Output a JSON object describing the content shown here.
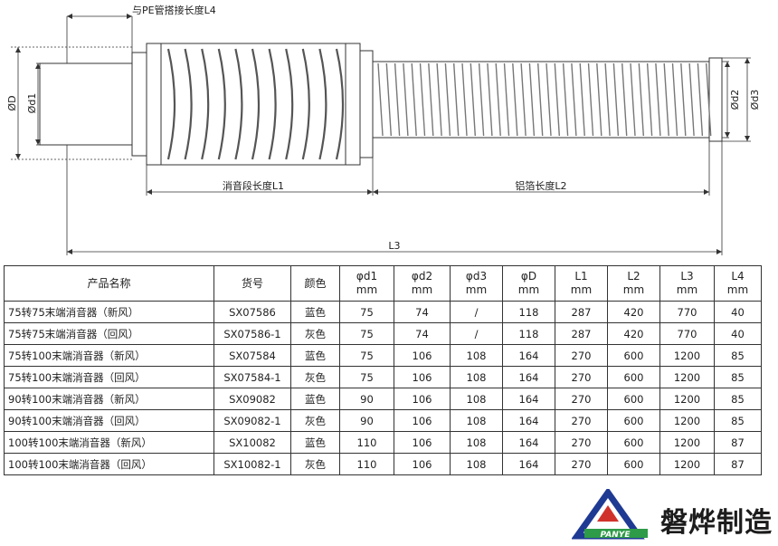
{
  "drawing": {
    "labels": {
      "l4": "与PE管搭接长度L4",
      "d_outer": "ØD",
      "d1": "Ød1",
      "d2": "Ød2",
      "d3": "Ød3",
      "l1": "消音段长度L1",
      "l2": "铝箔长度L2",
      "l3": "L3"
    }
  },
  "table": {
    "headers": [
      {
        "line1": "产品名称",
        "line2": ""
      },
      {
        "line1": "货号",
        "line2": ""
      },
      {
        "line1": "颜色",
        "line2": ""
      },
      {
        "line1": "φd1",
        "line2": "mm"
      },
      {
        "line1": "φd2",
        "line2": "mm"
      },
      {
        "line1": "φd3",
        "line2": "mm"
      },
      {
        "line1": "φD",
        "line2": "mm"
      },
      {
        "line1": "L1",
        "line2": "mm"
      },
      {
        "line1": "L2",
        "line2": "mm"
      },
      {
        "line1": "L3",
        "line2": "mm"
      },
      {
        "line1": "L4",
        "line2": "mm"
      }
    ],
    "rows": [
      [
        "75转75末端消音器（新风）",
        "SX07586",
        "蓝色",
        "75",
        "74",
        "/",
        "118",
        "287",
        "420",
        "770",
        "40"
      ],
      [
        "75转75末端消音器（回风）",
        "SX07586-1",
        "灰色",
        "75",
        "74",
        "/",
        "118",
        "287",
        "420",
        "770",
        "40"
      ],
      [
        "75转100末端消音器（新风）",
        "SX07584",
        "蓝色",
        "75",
        "106",
        "108",
        "164",
        "270",
        "600",
        "1200",
        "85"
      ],
      [
        "75转100末端消音器（回风）",
        "SX07584-1",
        "灰色",
        "75",
        "106",
        "108",
        "164",
        "270",
        "600",
        "1200",
        "85"
      ],
      [
        "90转100末端消音器（新风）",
        "SX09082",
        "蓝色",
        "90",
        "106",
        "108",
        "164",
        "270",
        "600",
        "1200",
        "85"
      ],
      [
        "90转100末端消音器（回风）",
        "SX09082-1",
        "灰色",
        "90",
        "106",
        "108",
        "164",
        "270",
        "600",
        "1200",
        "85"
      ],
      [
        "100转100末端消音器（新风）",
        "SX10082",
        "蓝色",
        "110",
        "106",
        "108",
        "164",
        "270",
        "600",
        "1200",
        "87"
      ],
      [
        "100转100末端消音器（回风）",
        "SX10082-1",
        "灰色",
        "110",
        "106",
        "108",
        "164",
        "270",
        "600",
        "1200",
        "87"
      ]
    ]
  },
  "brand": {
    "name": "磐烨制造",
    "logo_text": "PANYE",
    "colors": {
      "logo_dark": "#1f3a93",
      "logo_green": "#2e9b48",
      "logo_red": "#d0322b"
    }
  }
}
